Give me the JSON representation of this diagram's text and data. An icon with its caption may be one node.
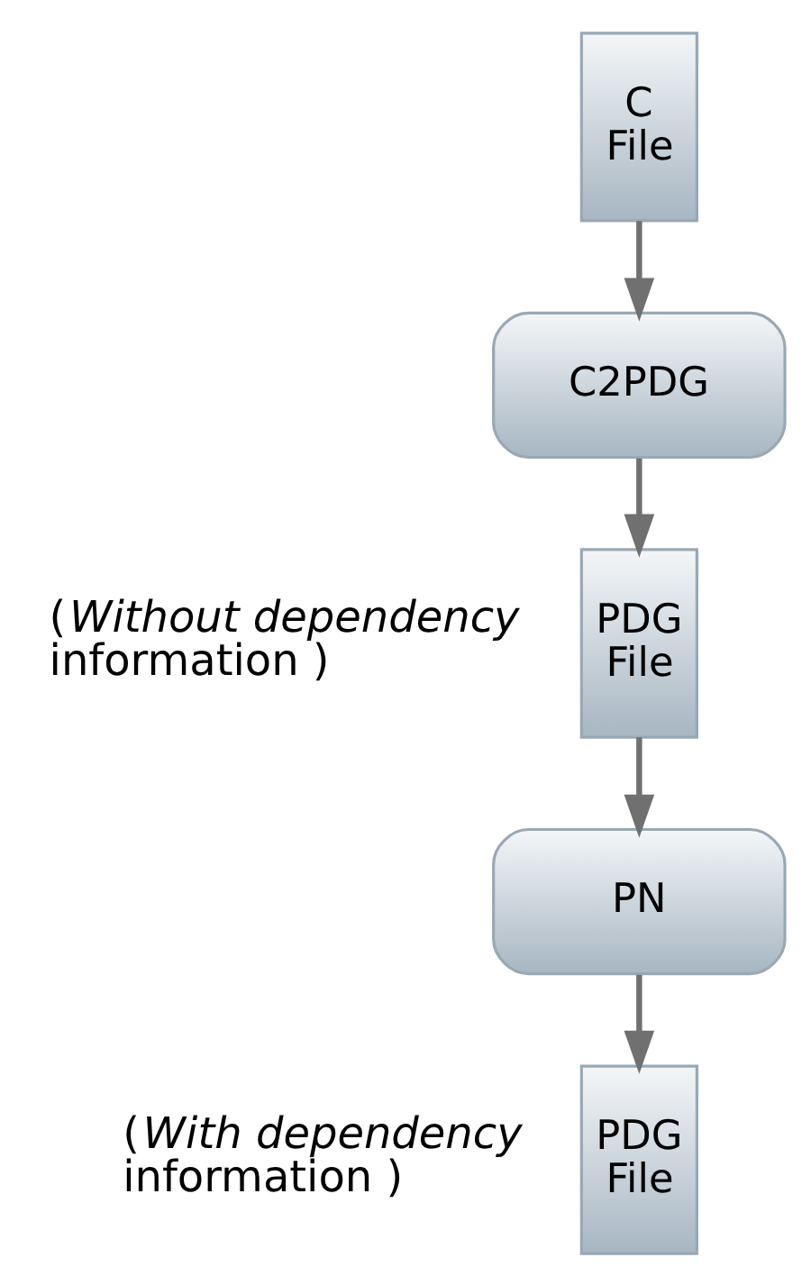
{
  "diagram": {
    "nodes": [
      {
        "text": [
          "C File"
        ]
      },
      {
        "text": [
          "C2PDG"
        ]
      },
      {
        "text": [
          "PDG File"
        ],
        "beside": [
          "(*Without dependency* information )"
        ]
      },
      {
        "text": [
          "PN"
        ]
      },
      {
        "text": [
          "PDG File"
        ],
        "beside": [
          "(*With dependency* information )"
        ]
      }
    ],
    "edges": [
      {
        "from": 0,
        "to": 1,
        "arrow": "to"
      },
      {
        "from": 1,
        "to": 2,
        "arrow": "to"
      },
      {
        "from": 2,
        "to": 3,
        "arrow": "to"
      },
      {
        "from": 3,
        "to": 4,
        "arrow": "to"
      }
    ]
  }
}
